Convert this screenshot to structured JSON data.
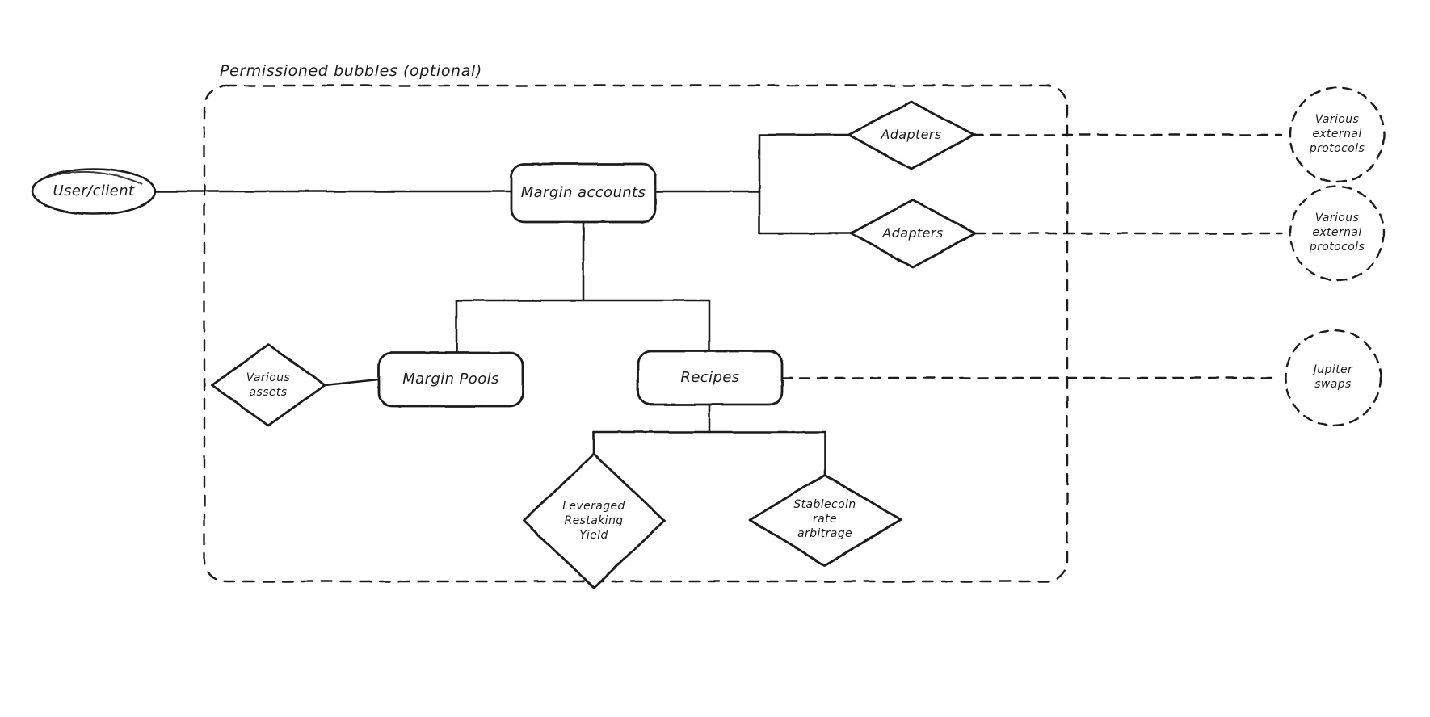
{
  "diagram": {
    "title": "Permissioned bubbles (optional)",
    "background_color": "#ffffff",
    "stroke_color": "#1b1b1f",
    "style": "hand-drawn",
    "group_boundary": {
      "label": "Permissioned bubbles (optional)",
      "line_style": "dashed"
    },
    "nodes": {
      "user_client": {
        "label": "User/client",
        "shape": "ellipse"
      },
      "margin_accounts": {
        "label": "Margin accounts",
        "shape": "rounded-rect"
      },
      "adapters_top": {
        "label": "Adapters",
        "shape": "diamond"
      },
      "adapters_bottom": {
        "label": "Adapters",
        "shape": "diamond"
      },
      "external_protocols_top": {
        "label": "Various external protocols",
        "shape": "dashed-circle"
      },
      "external_protocols_bottom": {
        "label": "Various external protocols",
        "shape": "dashed-circle"
      },
      "various_assets": {
        "label": "Various assets",
        "shape": "diamond"
      },
      "margin_pools": {
        "label": "Margin Pools",
        "shape": "rounded-rect"
      },
      "recipes": {
        "label": "Recipes",
        "shape": "rounded-rect"
      },
      "jupiter_swaps": {
        "label": "Jupiter swaps",
        "shape": "dashed-circle"
      },
      "leveraged_restaking_yield": {
        "label": "Leveraged Restaking Yield",
        "shape": "diamond"
      },
      "stablecoin_rate_arbitrage": {
        "label": "Stablecoin rate arbitrage",
        "shape": "diamond"
      }
    },
    "node_text_lines": {
      "external_protocols_top": [
        "Various",
        "external",
        "protocols"
      ],
      "external_protocols_bottom": [
        "Various",
        "external",
        "protocols"
      ],
      "various_assets": [
        "Various",
        "assets"
      ],
      "jupiter_swaps": [
        "Jupiter",
        "swaps"
      ],
      "leveraged_restaking_yield": [
        "Leveraged",
        "Restaking",
        "Yield"
      ],
      "stablecoin_rate_arbitrage": [
        "Stablecoin",
        "rate",
        "arbitrage"
      ]
    },
    "edges": [
      {
        "from": "user_client",
        "to": "margin_accounts",
        "style": "solid"
      },
      {
        "from": "margin_accounts",
        "to": "adapters_top",
        "style": "solid"
      },
      {
        "from": "margin_accounts",
        "to": "adapters_bottom",
        "style": "solid"
      },
      {
        "from": "adapters_top",
        "to": "external_protocols_top",
        "style": "dashed"
      },
      {
        "from": "adapters_bottom",
        "to": "external_protocols_bottom",
        "style": "dashed"
      },
      {
        "from": "margin_accounts",
        "to": "margin_pools",
        "style": "solid"
      },
      {
        "from": "margin_accounts",
        "to": "recipes",
        "style": "solid"
      },
      {
        "from": "various_assets",
        "to": "margin_pools",
        "style": "solid"
      },
      {
        "from": "recipes",
        "to": "jupiter_swaps",
        "style": "dashed"
      },
      {
        "from": "recipes",
        "to": "leveraged_restaking_yield",
        "style": "solid"
      },
      {
        "from": "recipes",
        "to": "stablecoin_rate_arbitrage",
        "style": "solid"
      }
    ]
  }
}
